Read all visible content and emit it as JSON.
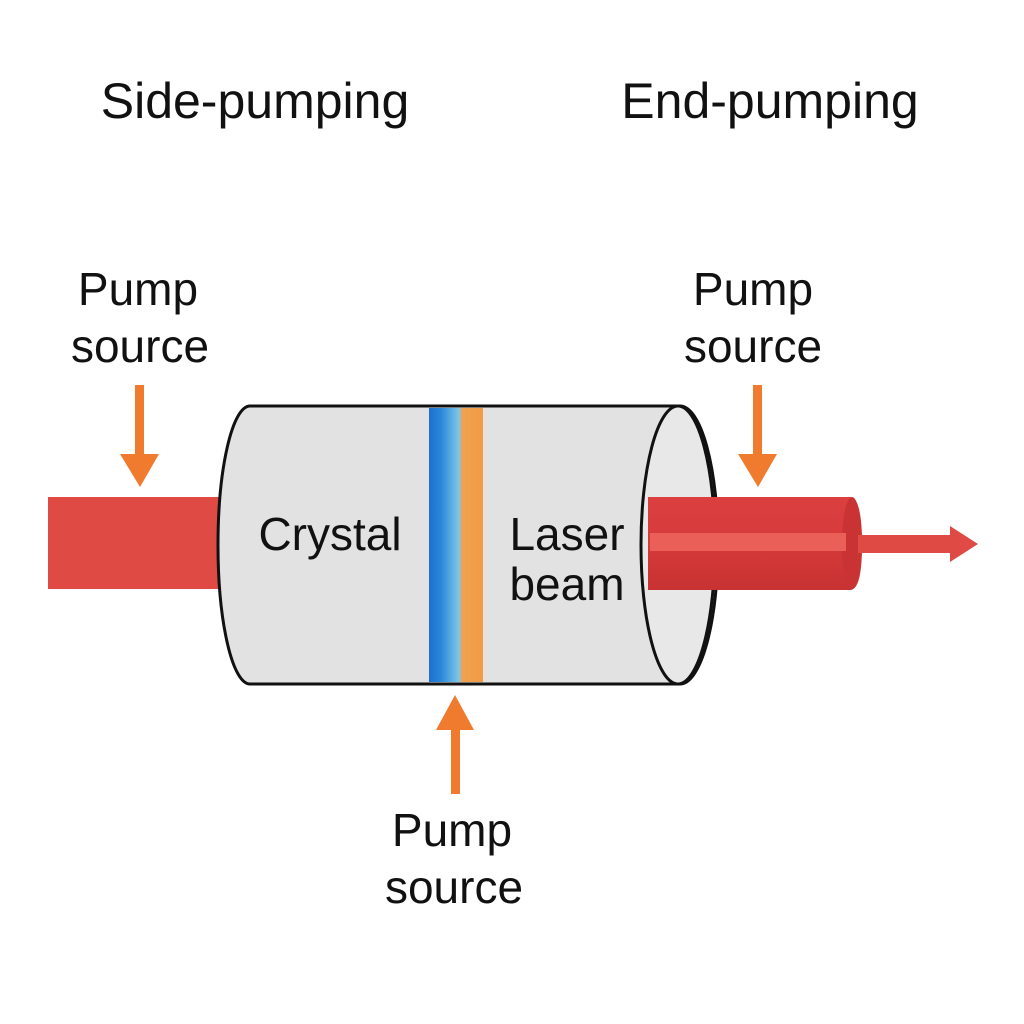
{
  "headings": {
    "left": "Side-pumping",
    "right": "End-pumping"
  },
  "labels": {
    "pump_top_left": [
      "Pump",
      "source"
    ],
    "pump_top_right": [
      "Pump",
      "source"
    ],
    "pump_bottom": [
      "Pump",
      "source"
    ],
    "crystal": "Crystal",
    "laser_beam": [
      "Laser",
      "beam"
    ]
  },
  "colors": {
    "pump_arrow": "#f07a2e",
    "beam": "#e04a44",
    "beam_dark": "#d63a3a",
    "crystal_fill": "#e2e2e2",
    "outline": "#111111",
    "band_blue": "#1d6fd0",
    "band_cyan": "#7cc6e8",
    "band_orange": "#f29a45"
  }
}
